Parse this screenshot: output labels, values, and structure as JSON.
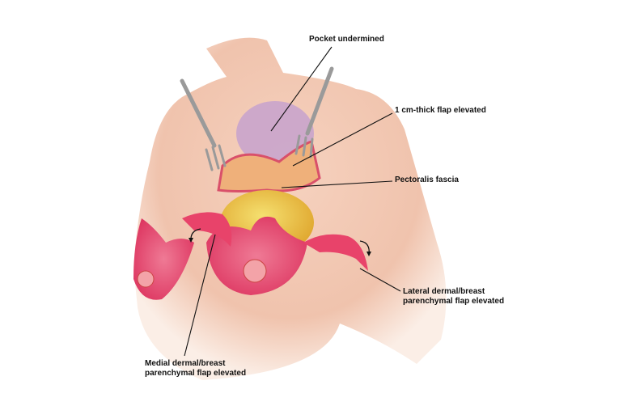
{
  "labels": {
    "pocket": "Pocket undermined",
    "flap_thick": "1 cm-thick flap elevated",
    "fascia": "Pectoralis fascia",
    "lateral_line1": "Lateral dermal/breast",
    "lateral_line2": "parenchymal flap elevated",
    "medial_line1": "Medial dermal/breast",
    "medial_line2": "parenchymal flap elevated"
  },
  "colors": {
    "skin": "#f3cdb8",
    "flap": "#e8436a",
    "fat": "#e8c440",
    "pocket": "#c9a4cc"
  }
}
